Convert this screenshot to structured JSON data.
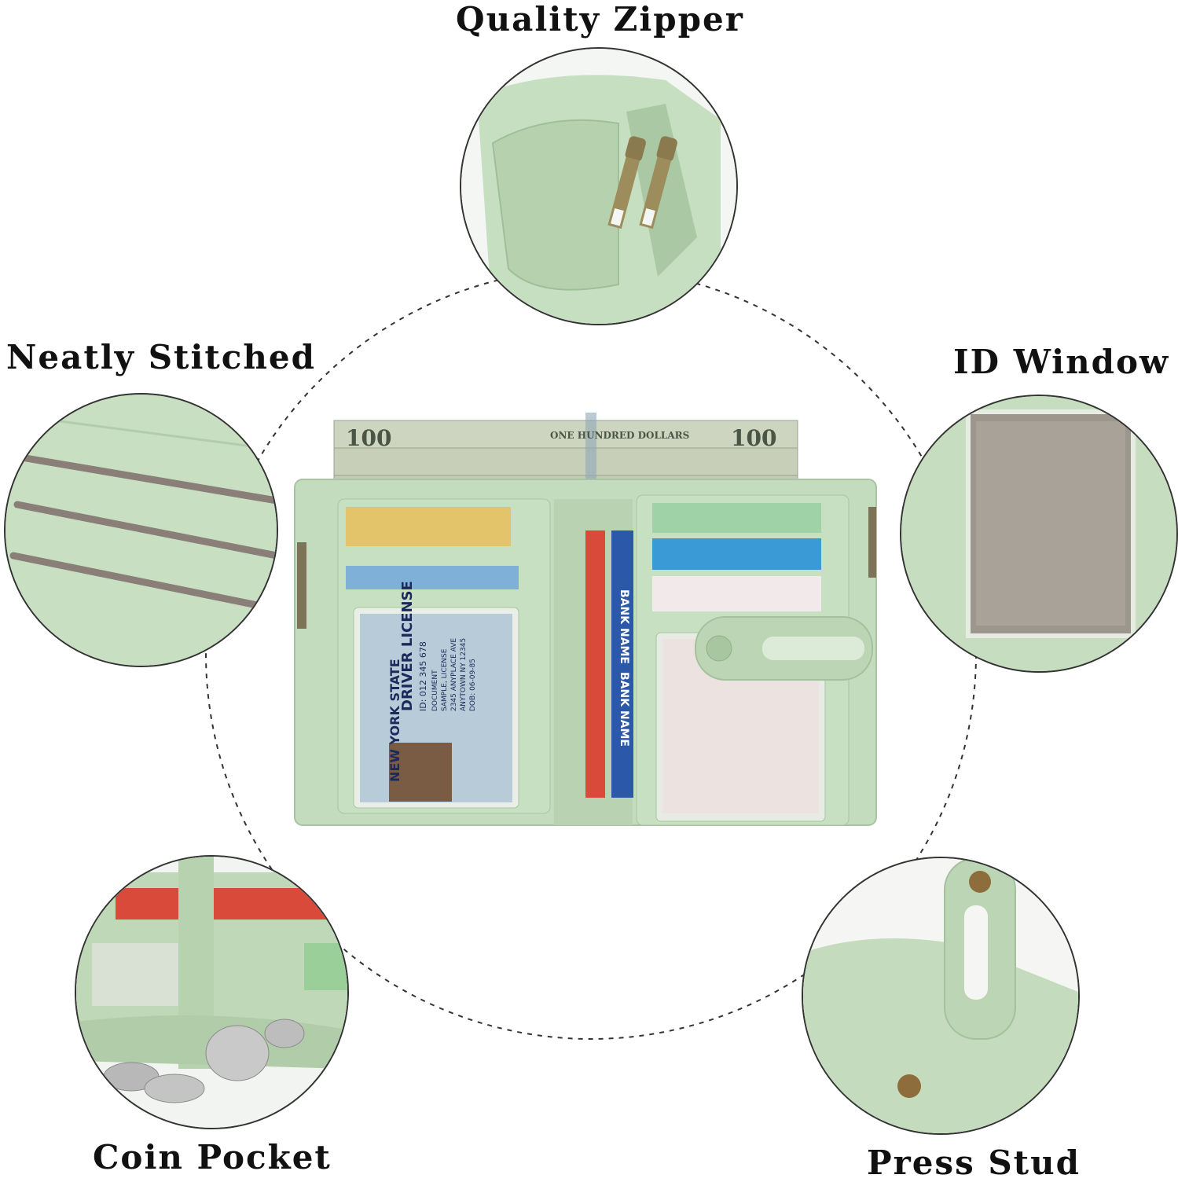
{
  "features": {
    "quality_zipper": "Quality Zipper",
    "neatly_stitched": "Neatly Stitched",
    "id_window": "ID Window",
    "coin_pocket": "Coin Pocket",
    "press_stud": "Press Stud"
  },
  "wallet": {
    "bill_text": "ONE HUNDRED DOLLARS",
    "bill_denomination": "100",
    "license": {
      "state": "NEW YORK STATE",
      "title": "DRIVER LICENSE",
      "id_line": "ID: 012 345 678",
      "lines": [
        "DOCUMENT",
        "SAMPLE, LICENSE",
        "2345 ANYPLACE AVE",
        "ANYTOWN NY 12345",
        "DOB: 06-09-85"
      ]
    },
    "card_text": "BANK NAME"
  },
  "colors": {
    "leather": "#c2dcbc",
    "leather_dark": "#a9c7a3",
    "bill": "#cbd3bd",
    "background": "#ffffff",
    "dashed_ring": "#333333"
  }
}
